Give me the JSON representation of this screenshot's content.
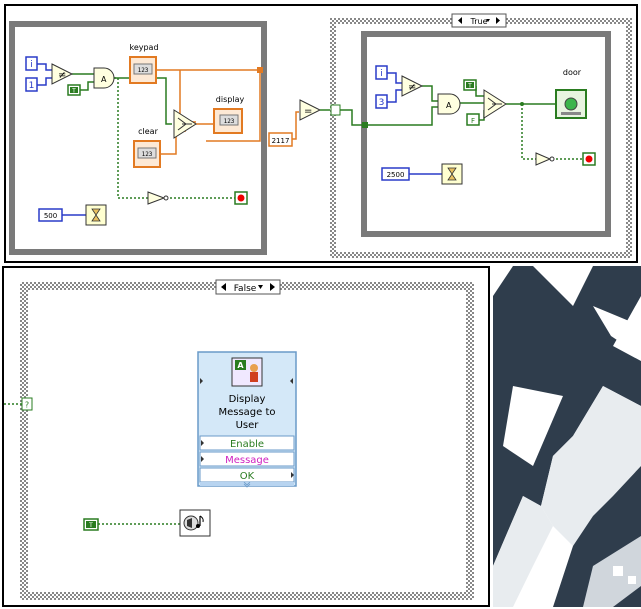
{
  "top_diagram": {
    "const_i": "i",
    "const_one": "1",
    "true_const_left": "T",
    "and_label": "A",
    "keypad_label": "keypad",
    "keypad_value": "123",
    "clear_label": "clear",
    "clear_value": "123",
    "display_label": "display",
    "display_value": "123",
    "timer_ms_left": "500",
    "const_2117": "2117",
    "equal_symbol": "=",
    "case_selector_true": "True",
    "const_i_right": "i",
    "const_three": "3",
    "true_const_right": "T",
    "false_const_right": "F",
    "and_label_right": "A",
    "door_label": "door",
    "timer_ms_right": "2500"
  },
  "bottom_diagram": {
    "case_selector_false": "False",
    "selector_terminal": "?",
    "express_vi": {
      "title_line1": "Display",
      "title_line2": "Message to",
      "title_line3": "User",
      "inputs": [
        "Enable",
        "Message",
        "OK"
      ]
    },
    "true_const": "T"
  }
}
